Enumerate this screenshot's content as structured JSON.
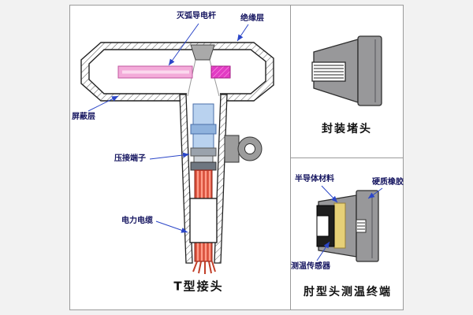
{
  "page": {
    "background": "#f2f2f2",
    "panel_background": "#ffffff",
    "border_color": "#9a9a9a"
  },
  "colors": {
    "label_text": "#151560",
    "leader_line": "#2b46c8",
    "caption_text": "#111111",
    "metal_gray": "#98989a",
    "cone_gray": "#a9a9a9",
    "rod_pink": "#f3abd9",
    "rod_magenta": "#e23cc4",
    "terminal_blue": "#b9d2ef",
    "cable_red": "#d94f3a",
    "semiconductor_yellow": "#e6d077"
  },
  "panels": {
    "t_joint": {
      "caption": "T型接头",
      "labels": {
        "arc_rod": "灭弧导电杆",
        "insulation": "绝缘层",
        "shield": "屏蔽层",
        "crimp_terminal": "压接端子",
        "power_cable": "电力电缆"
      }
    },
    "plug": {
      "caption": "封装堵头"
    },
    "elbow": {
      "caption": "肘型头测温终端",
      "labels": {
        "semiconductor": "半导体材料",
        "hard_rubber": "硬质橡胶",
        "temp_sensor": "测温传感器"
      }
    }
  }
}
